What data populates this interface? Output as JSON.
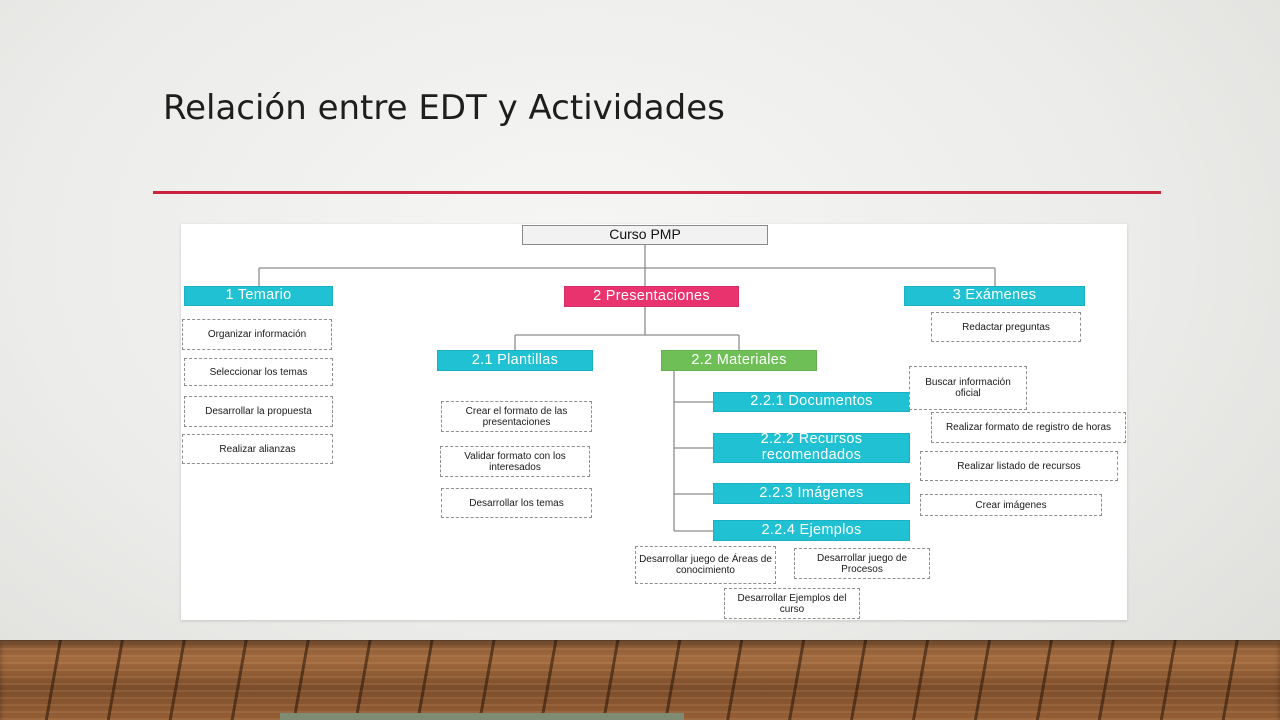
{
  "slide": {
    "title": "Relación entre EDT y Actividades"
  },
  "colors": {
    "accent_rule": "#c8243e",
    "cyan": "#1fc1d3",
    "magenta": "#e8336e",
    "green": "#6fbf57",
    "root_fill": "#f2f2f2"
  },
  "wbs": {
    "root": "Curso PMP",
    "temario": {
      "label": "1 Temario",
      "activities": [
        "Organizar información",
        "Seleccionar los temas",
        "Desarrollar la propuesta",
        "Realizar alianzas"
      ]
    },
    "presentaciones": {
      "label": "2 Presentaciones",
      "plantillas": {
        "label": "2.1 Plantillas",
        "activities": [
          "Crear el formato de las presentaciones",
          "Validar formato con los interesados",
          "Desarrollar los temas"
        ]
      },
      "materiales": {
        "label": "2.2 Materiales",
        "documentos": "2.2.1 Documentos",
        "recursos": "2.2.2 Recursos recomendados",
        "imagenes": "2.2.3 Imágenes",
        "ejemplos": "2.2.4 Ejemplos",
        "activities": {
          "buscar_info": "Buscar información oficial",
          "formato_registro": "Realizar formato de registro de horas",
          "listado_recursos": "Realizar listado de recursos",
          "crear_imagenes": "Crear imágenes",
          "juego_areas": "Desarrollar juego de Áreas de conocimiento",
          "juego_procesos": "Desarrollar juego de Procesos",
          "ejemplos_curso": "Desarrollar Ejemplos del curso"
        }
      }
    },
    "examenes": {
      "label": "3 Exámenes",
      "activities": [
        "Redactar preguntas"
      ]
    }
  }
}
